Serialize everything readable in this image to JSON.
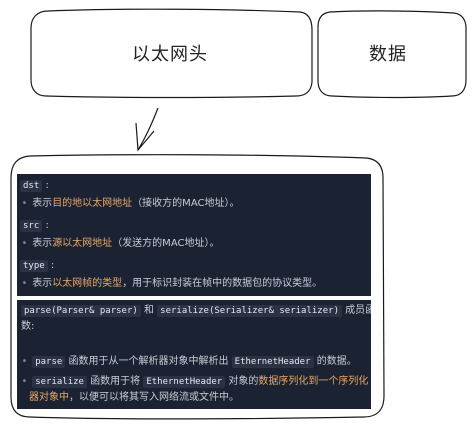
{
  "boxes": {
    "header_label": "以太网头",
    "data_label": "数据"
  },
  "fields": [
    {
      "name": "dst",
      "desc_pre": "表示",
      "desc_hl": "目的地以太网地址",
      "desc_post": "（接收方的MAC地址）。"
    },
    {
      "name": "src",
      "desc_pre": "表示",
      "desc_hl": "源以太网地址",
      "desc_post": "（发送方的MAC地址）。"
    },
    {
      "name": "type",
      "desc_pre": "表示",
      "desc_hl": "以太网帧的类型",
      "desc_post": "，用于标识封装在帧中的数据包的协议类型。"
    }
  ],
  "methods": {
    "intro_code1": "parse(Parser& parser)",
    "intro_join": "和",
    "intro_code2": "serialize(Serializer& serializer)",
    "intro_tail": "成员函",
    "intro_tail2": "数:",
    "parse_code": "parse",
    "parse_text1": "函数用于从一个解析器对象中解析出",
    "parse_code2": "EthernetHeader",
    "parse_text2": "的数据。",
    "ser_code": "serialize",
    "ser_text1": "函数用于将",
    "ser_code2": "EthernetHeader",
    "ser_text2": "对象的",
    "ser_hl1": "数据序列化到一个序列化",
    "ser_hl2": "器对象中",
    "ser_text3": "，以便可以将其写入网络流或文件中。"
  },
  "colors": {
    "panel_bg": "#1b2231",
    "highlight": "#e8a86a",
    "stroke": "#1a1a1a"
  }
}
